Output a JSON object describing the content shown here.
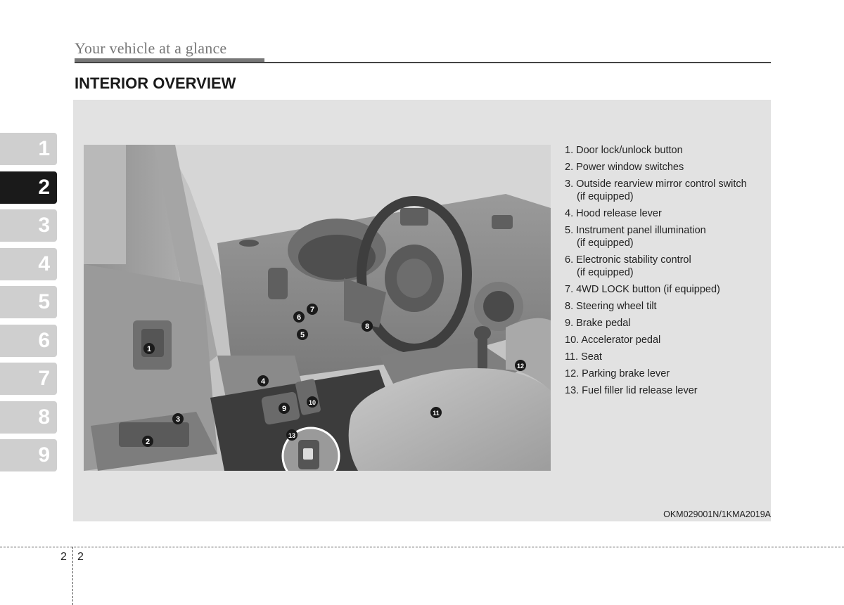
{
  "header": {
    "title": "Your vehicle at a glance"
  },
  "section": {
    "title": "INTERIOR OVERVIEW"
  },
  "legend": {
    "items": [
      {
        "text": "1. Door lock/unlock button",
        "sub": ""
      },
      {
        "text": "2. Power window switches",
        "sub": ""
      },
      {
        "text": "3. Outside rearview mirror control switch",
        "sub": "(if equipped)"
      },
      {
        "text": "4. Hood release lever",
        "sub": ""
      },
      {
        "text": "5. Instrument panel illumination",
        "sub": "(if equipped)"
      },
      {
        "text": "6. Electronic stability control",
        "sub": "(if equipped)"
      },
      {
        "text": "7. 4WD LOCK button (if equipped)",
        "sub": ""
      },
      {
        "text": "8. Steering wheel tilt",
        "sub": ""
      },
      {
        "text": "9. Brake pedal",
        "sub": ""
      },
      {
        "text": "10. Accelerator pedal",
        "sub": ""
      },
      {
        "text": "11. Seat",
        "sub": ""
      },
      {
        "text": "12. Parking brake lever",
        "sub": ""
      },
      {
        "text": "13. Fuel filler lid release lever",
        "sub": ""
      }
    ]
  },
  "callouts": [
    "1",
    "2",
    "3",
    "4",
    "5",
    "6",
    "7",
    "8",
    "9",
    "10",
    "11",
    "12",
    "13"
  ],
  "caption": "OKM029001N/1KMA2019A",
  "chapter_tabs": [
    "1",
    "2",
    "3",
    "4",
    "5",
    "6",
    "7",
    "8",
    "9"
  ],
  "active_tab": "2",
  "page": {
    "left": "2",
    "right": "2"
  }
}
